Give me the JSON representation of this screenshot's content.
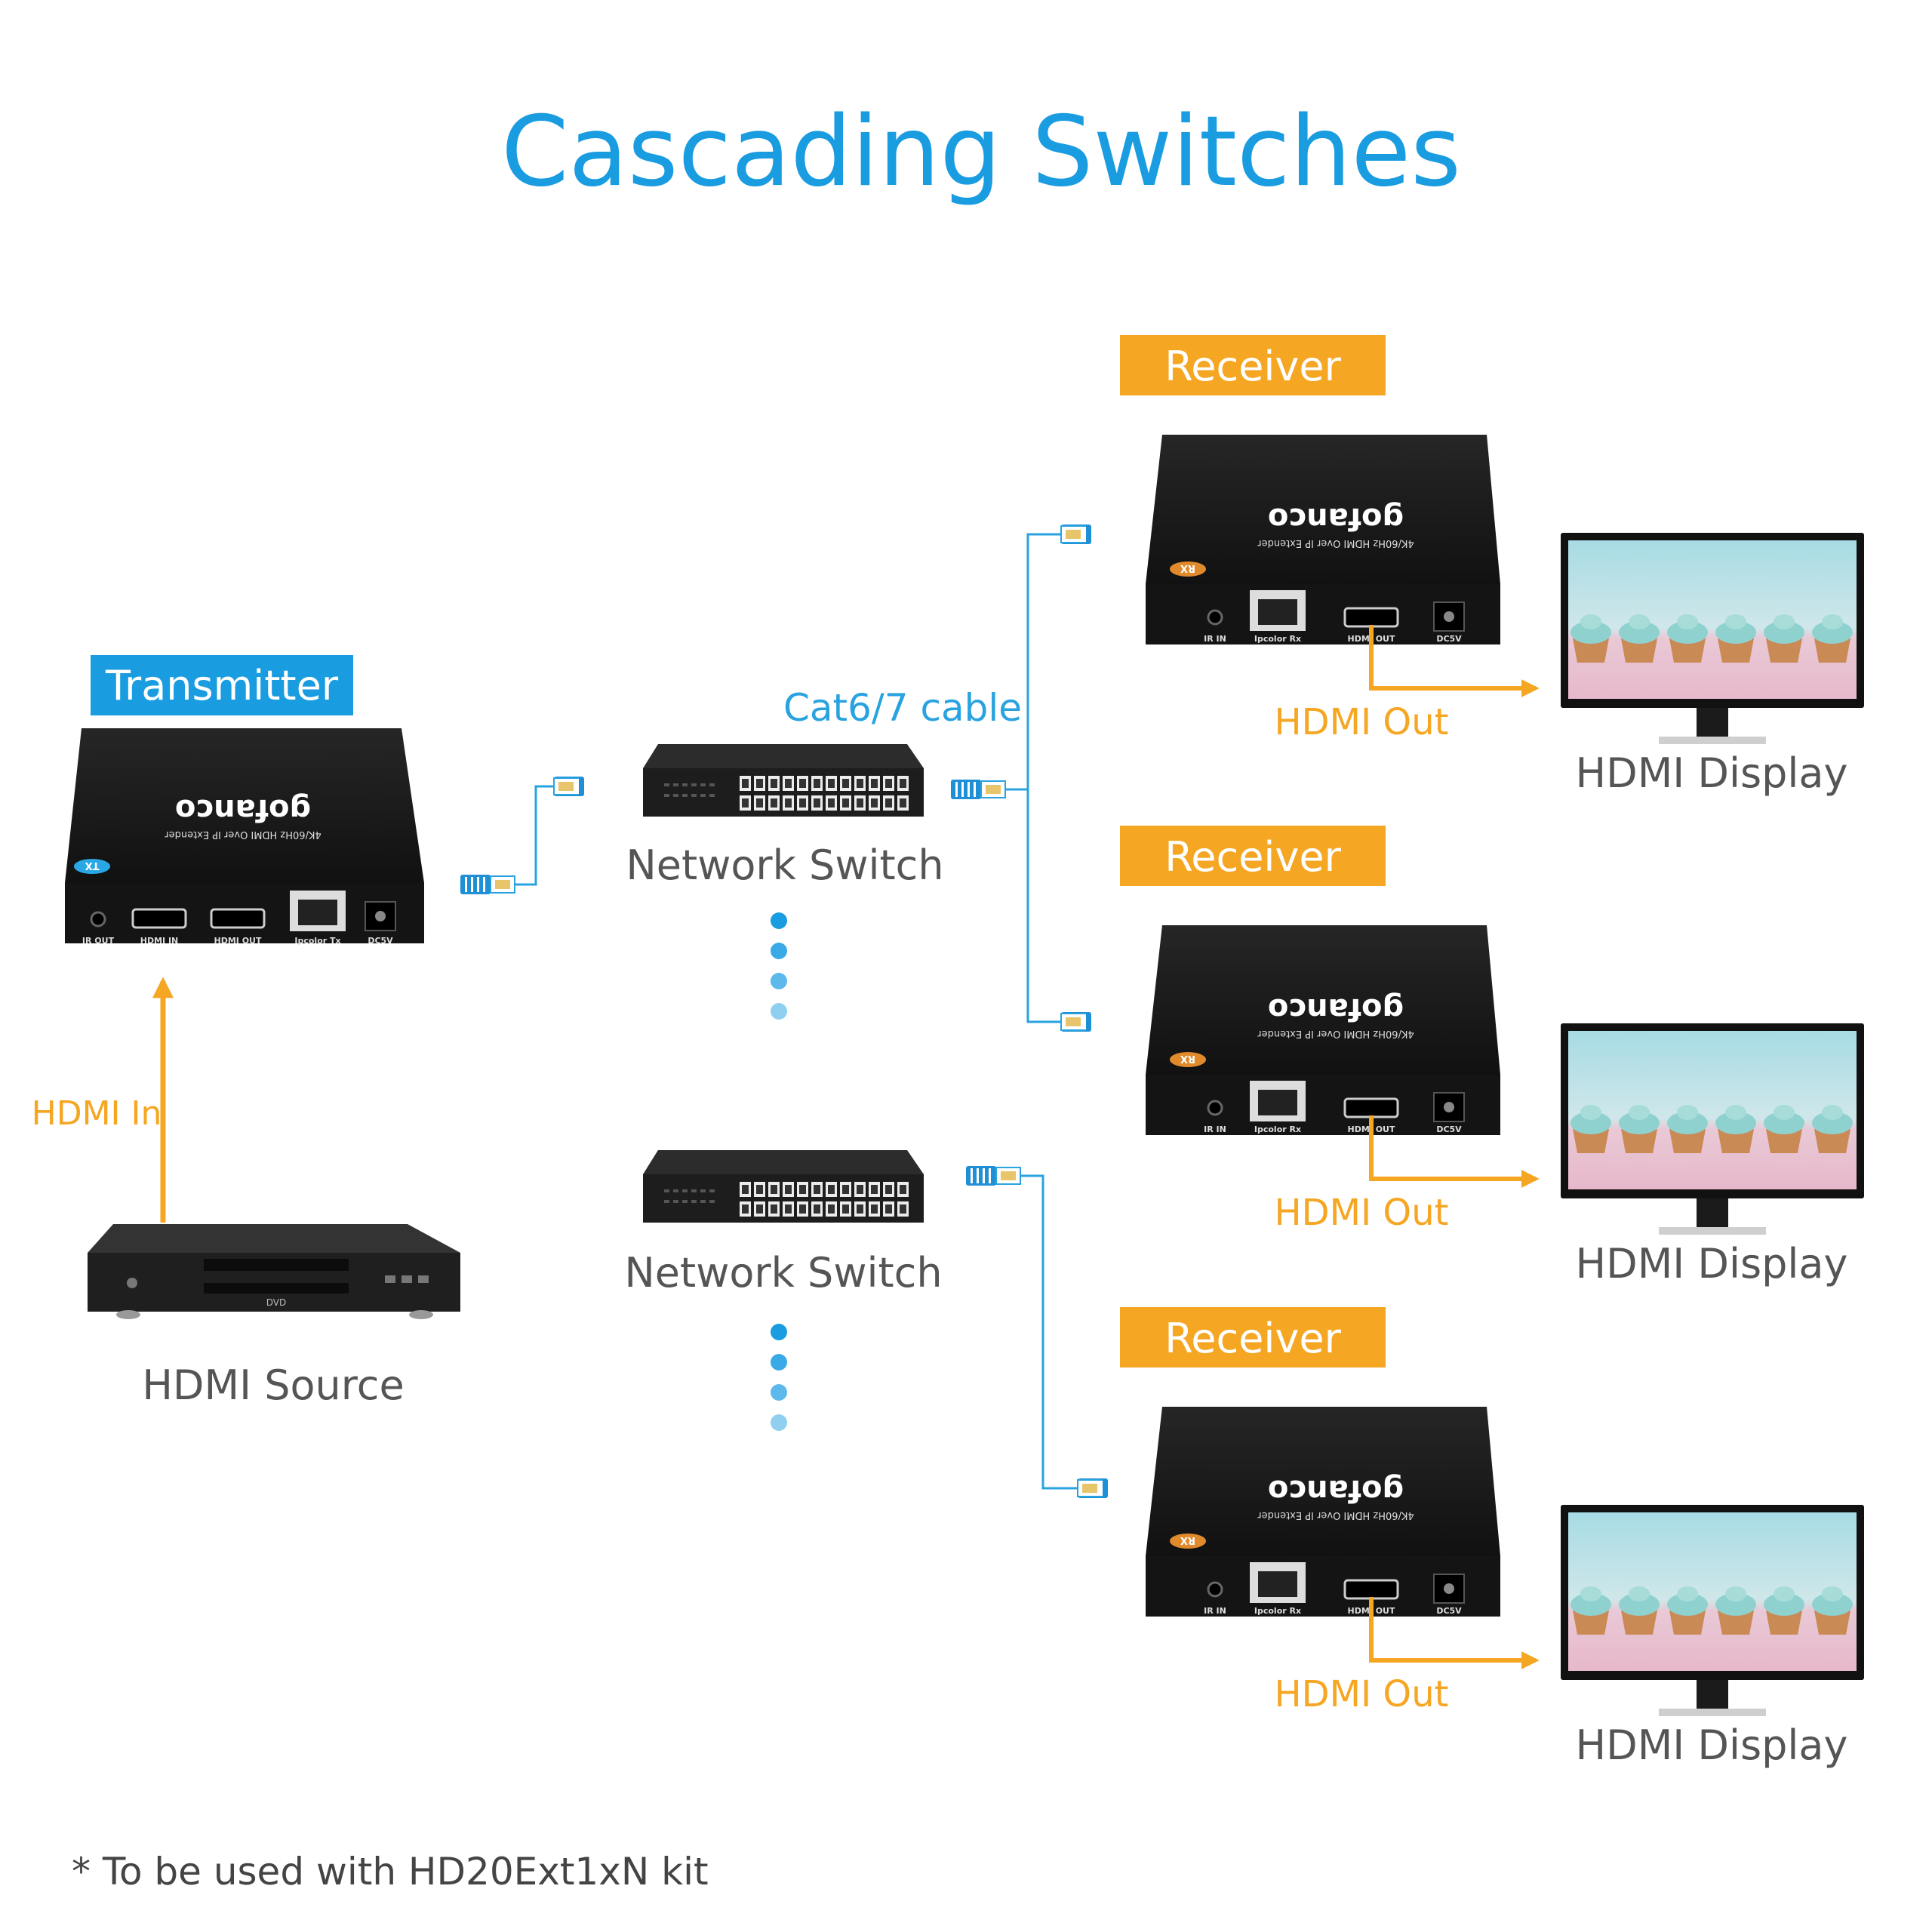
{
  "title": "Cascading Switches",
  "footnote": "* To be used with HD20Ext1xN kit",
  "colors": {
    "title_blue": "#1a9ce0",
    "cable_blue": "#29a3e0",
    "orange": "#f5a623",
    "label_gray": "#555555",
    "device_black": "#1b1b1b",
    "dot_blue": "#1a9ce0",
    "dot_light": "#7cc8ef"
  },
  "transmitter": {
    "tag": "Transmitter",
    "badge": "TX",
    "brand": "gofanco",
    "model": "4K/60Hz HDMI Over IP Extender",
    "ports": [
      "IR OUT",
      "HDMI IN",
      "HDMI OUT",
      "Ipcolor Tx",
      "DC5V"
    ]
  },
  "source": {
    "label": "HDMI Source",
    "arrow_label": "HDMI In",
    "disc_mark": "DVD"
  },
  "cable_label": "Cat6/7 cable",
  "switches": [
    {
      "label": "Network Switch"
    },
    {
      "label": "Network Switch"
    }
  ],
  "receivers": [
    {
      "tag": "Receiver",
      "badge": "RX",
      "brand": "gofanco",
      "model": "4K/60Hz HDMI Over IP Extender",
      "ports": [
        "IR IN",
        "Ipcolor Rx",
        "HDMI OUT",
        "DC5V"
      ],
      "out_label": "HDMI Out",
      "display_label": "HDMI Display"
    },
    {
      "tag": "Receiver",
      "badge": "RX",
      "brand": "gofanco",
      "model": "4K/60Hz HDMI Over IP Extender",
      "ports": [
        "IR IN",
        "Ipcolor Rx",
        "HDMI OUT",
        "DC5V"
      ],
      "out_label": "HDMI Out",
      "display_label": "HDMI Display"
    },
    {
      "tag": "Receiver",
      "badge": "RX",
      "brand": "gofanco",
      "model": "4K/60Hz HDMI Over IP Extender",
      "ports": [
        "IR IN",
        "Ipcolor Rx",
        "HDMI OUT",
        "DC5V"
      ],
      "out_label": "HDMI Out",
      "display_label": "HDMI Display"
    }
  ]
}
